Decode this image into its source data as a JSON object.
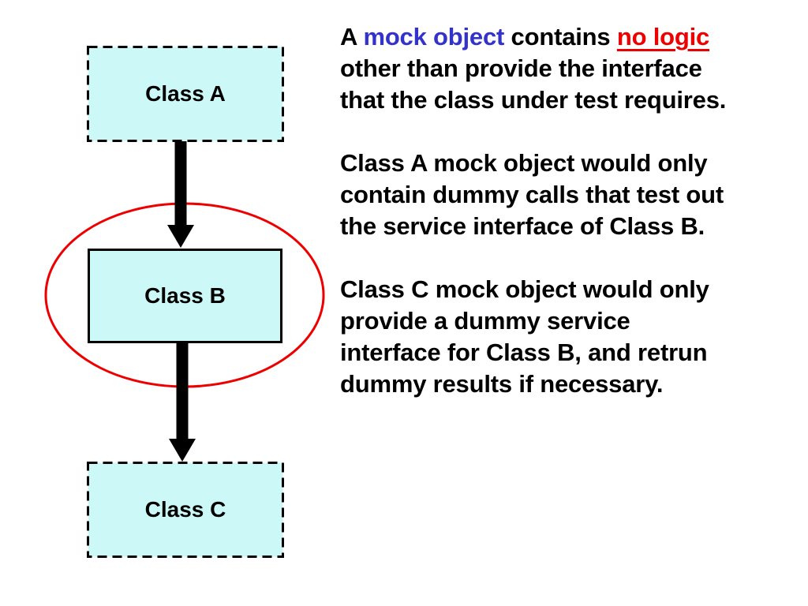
{
  "colors": {
    "slide-bg": "#ffffff",
    "box-fill": "#ccf8f8",
    "stroke": "#000000",
    "text-color": "#000000",
    "accent-blue": "#3333cc",
    "accent-red": "#ee0000"
  },
  "diagram": {
    "boxes": [
      {
        "id": "class-a",
        "label": "Class A",
        "border": "dashed"
      },
      {
        "id": "class-b",
        "label": "Class B",
        "border": "solid"
      },
      {
        "id": "class-c",
        "label": "Class C",
        "border": "dashed"
      }
    ],
    "ellipse_highlight_target": "class-b",
    "arrows": [
      {
        "from": "class-a",
        "to": "class-b"
      },
      {
        "from": "class-b",
        "to": "class-c"
      }
    ]
  },
  "paragraphs": {
    "intro": {
      "prefix": "A ",
      "mock_object": "mock object",
      "middle": " contains ",
      "no_logic": "no logic",
      "suffix": "\nother than provide the interface\nthat the class under test requires."
    },
    "class_a_mock": [
      "Class A mock object would only",
      "contain dummy calls that test out",
      "the service interface of Class B."
    ],
    "class_c_mock": [
      "Class C mock object would only",
      "provide a dummy service",
      "interface for Class B, and retrun",
      "dummy results if necessary."
    ]
  }
}
